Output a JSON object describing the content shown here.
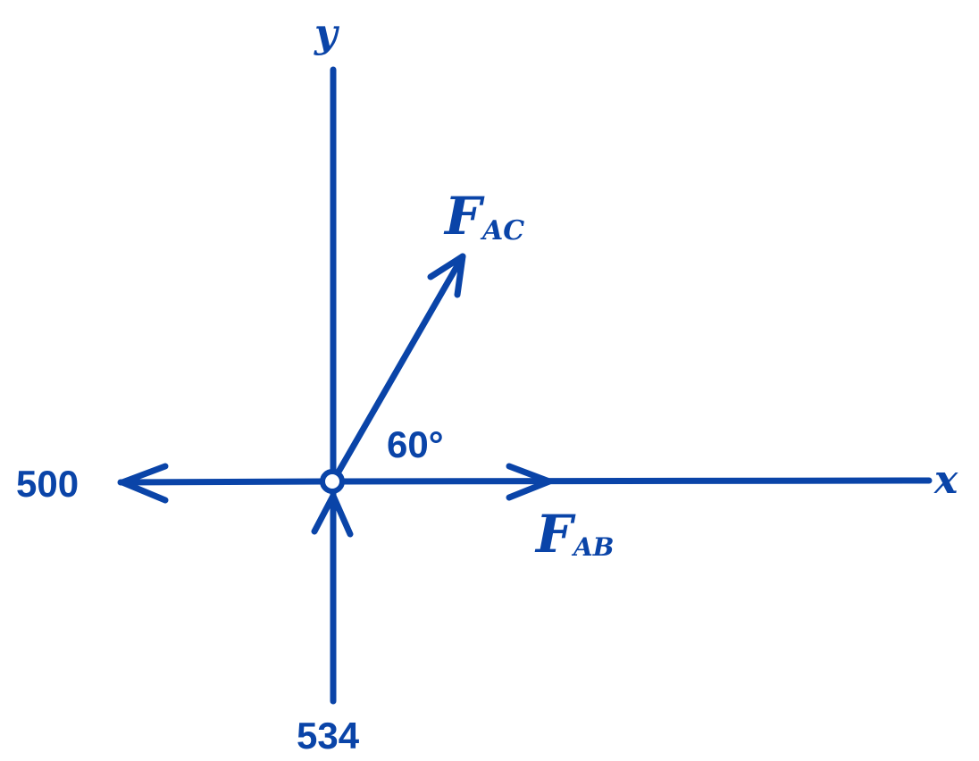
{
  "color": "#0a44a8",
  "axes": {
    "x_label": "x",
    "y_label": "y"
  },
  "forces": {
    "fac": {
      "symbol": "F",
      "subscript": "AC",
      "angle_deg": 60
    },
    "fab": {
      "symbol": "F",
      "subscript": "AB"
    },
    "left": {
      "value": "500"
    },
    "up": {
      "value": "534"
    }
  },
  "angle_label": "60°"
}
